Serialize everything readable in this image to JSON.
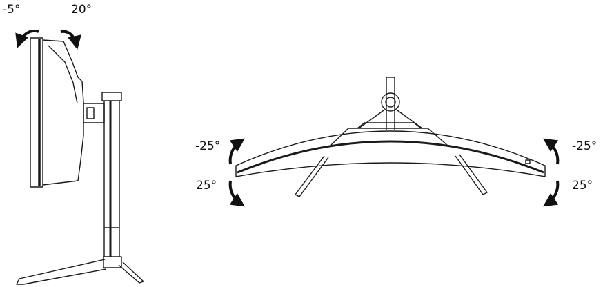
{
  "side_view": {
    "tilt_back_label": "-5°",
    "tilt_forward_label": "20°"
  },
  "top_view": {
    "left_swivel_up_label": "-25°",
    "left_swivel_down_label": "25°",
    "right_swivel_up_label": "-25°",
    "right_swivel_down_label": "25°"
  },
  "colors": {
    "line": "#1a1a1a",
    "background": "#ffffff"
  }
}
